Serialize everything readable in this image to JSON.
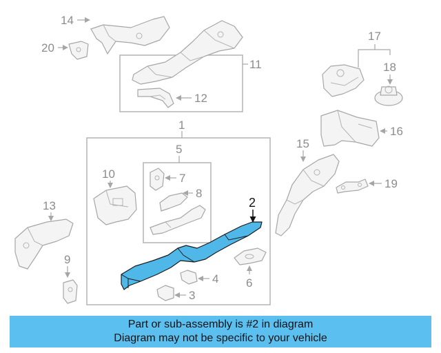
{
  "diagram": {
    "highlight_color": "#4fb8e8",
    "callouts": {
      "c1": "1",
      "c2": "2",
      "c3": "3",
      "c4": "4",
      "c5": "5",
      "c6": "6",
      "c7": "7",
      "c8": "8",
      "c9": "9",
      "c10": "10",
      "c11": "11",
      "c12": "12",
      "c13": "13",
      "c14": "14",
      "c15": "15",
      "c16": "16",
      "c17": "17",
      "c18": "18",
      "c19": "19",
      "c20": "20"
    }
  },
  "banner": {
    "line1": "Part or sub-assembly is #2 in diagram",
    "line2": "Diagram may not be specific to your vehicle"
  }
}
